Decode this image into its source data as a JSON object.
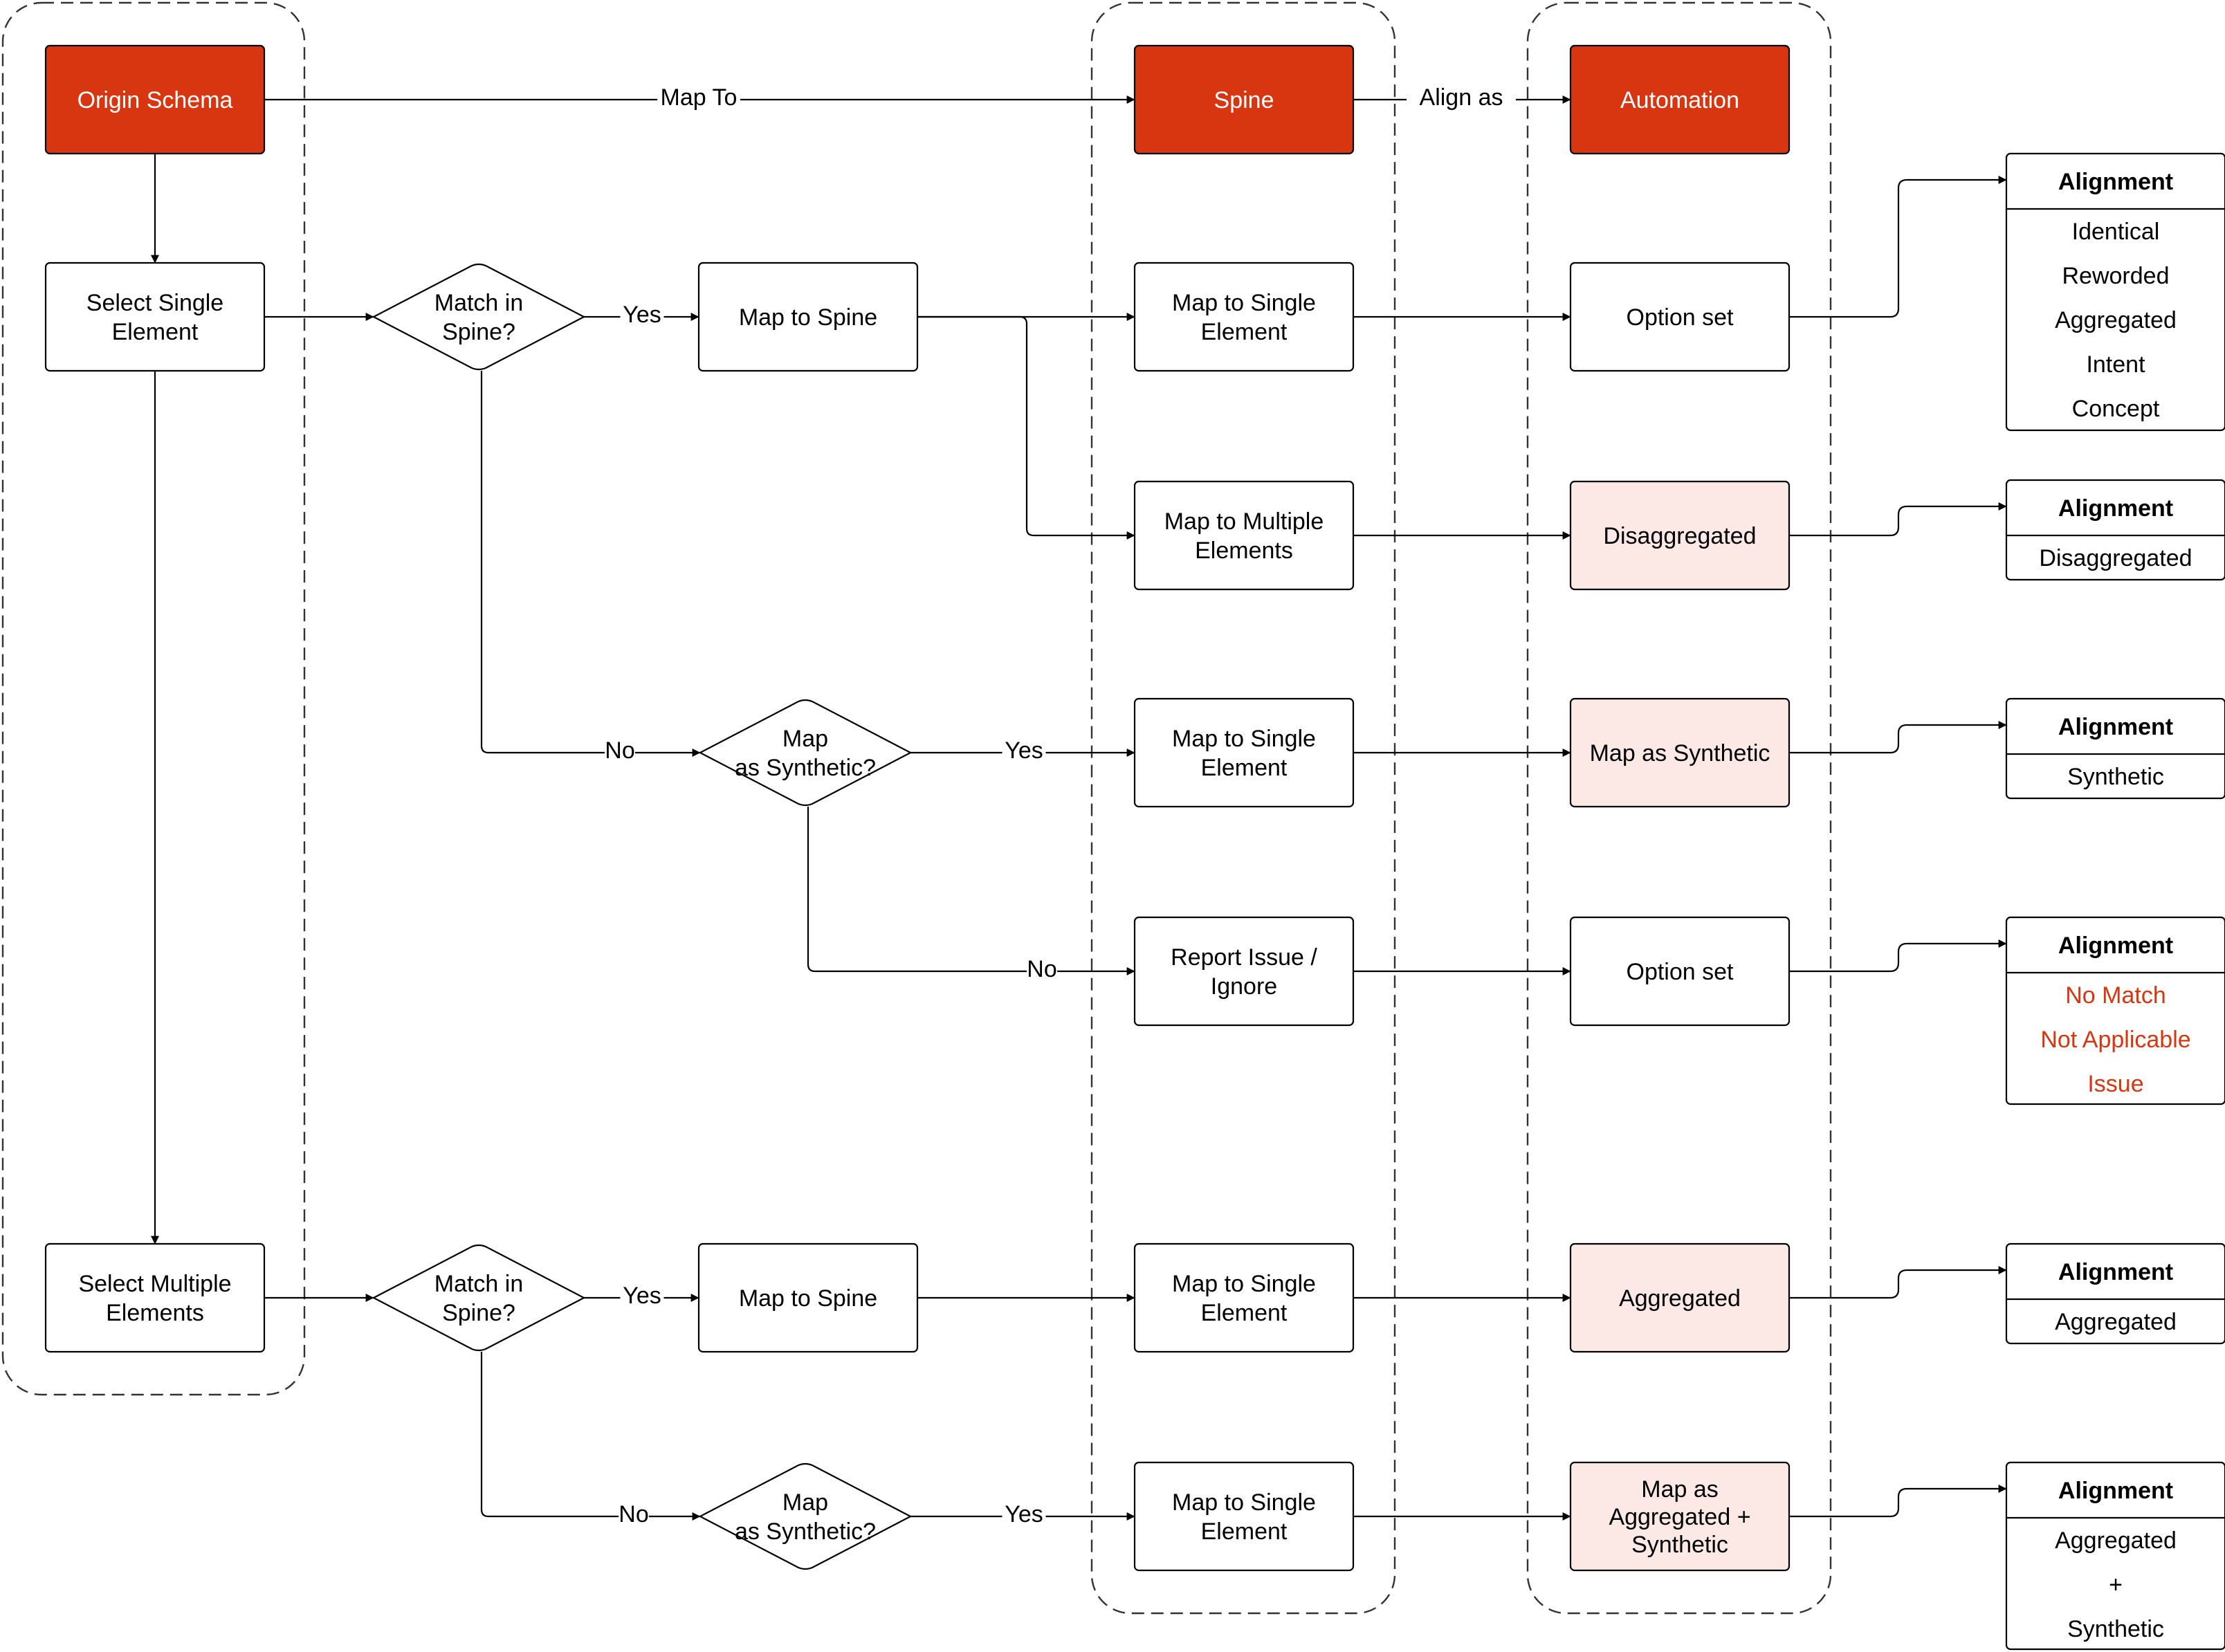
{
  "colors": {
    "header_fill": "#d83511",
    "tinted_fill": "#fce8e4",
    "plain_fill": "#ffffff",
    "line": "#000000",
    "red_text": "#d83511"
  },
  "nodes": {
    "origin_schema": {
      "lines": [
        "Origin Schema"
      ]
    },
    "spine": {
      "lines": [
        "Spine"
      ]
    },
    "automation": {
      "lines": [
        "Automation"
      ]
    },
    "select_single": {
      "lines": [
        "Select Single",
        "Element"
      ]
    },
    "match_spine_1": {
      "lines": [
        "Match in",
        "Spine?"
      ]
    },
    "map_to_spine_1": {
      "lines": [
        "Map to Spine"
      ]
    },
    "map_single_1": {
      "lines": [
        "Map to Single",
        "Element"
      ]
    },
    "option_set_1": {
      "lines": [
        "Option set"
      ]
    },
    "map_multiple": {
      "lines": [
        "Map to Multiple",
        "Elements"
      ]
    },
    "disaggregated": {
      "lines": [
        "Disaggregated"
      ]
    },
    "synthetic_q_1": {
      "lines": [
        "Map",
        "as Synthetic?"
      ]
    },
    "map_single_2": {
      "lines": [
        "Map to Single",
        "Element"
      ]
    },
    "map_as_synthetic": {
      "lines": [
        "Map as Synthetic"
      ]
    },
    "report_issue": {
      "lines": [
        "Report Issue /",
        "Ignore"
      ]
    },
    "option_set_2": {
      "lines": [
        "Option set"
      ]
    },
    "select_multiple": {
      "lines": [
        "Select Multiple",
        "Elements"
      ]
    },
    "match_spine_2": {
      "lines": [
        "Match in",
        "Spine?"
      ]
    },
    "map_to_spine_2": {
      "lines": [
        "Map to Spine"
      ]
    },
    "map_single_3": {
      "lines": [
        "Map to Single",
        "Element"
      ]
    },
    "aggregated": {
      "lines": [
        "Aggregated"
      ]
    },
    "synthetic_q_2": {
      "lines": [
        "Map",
        "as Synthetic?"
      ]
    },
    "map_single_4": {
      "lines": [
        "Map to Single",
        "Element"
      ]
    },
    "map_agg_synthetic": {
      "lines": [
        "Map as",
        "Aggregated +",
        "Synthetic"
      ]
    }
  },
  "edge_labels": {
    "map_to": "Map To",
    "align_as": "Align as",
    "yes_1": "Yes",
    "no_1": "No",
    "yes_2": "Yes",
    "no_2": "No",
    "yes_3": "Yes",
    "no_3": "No",
    "yes_4": "Yes"
  },
  "alignment_tables": [
    {
      "header": "Alignment",
      "items": [
        "Identical",
        "Reworded",
        "Aggregated",
        "Intent",
        "Concept"
      ]
    },
    {
      "header": "Alignment",
      "items": [
        "Disaggregated"
      ]
    },
    {
      "header": "Alignment",
      "items": [
        "Synthetic"
      ]
    },
    {
      "header": "Alignment",
      "items": [
        "No Match",
        "Not Applicable",
        "Issue"
      ],
      "item_color": "red"
    },
    {
      "header": "Alignment",
      "items": [
        "Aggregated"
      ]
    },
    {
      "header": "Alignment",
      "items": [
        "Aggregated",
        "+",
        "Synthetic"
      ]
    }
  ]
}
